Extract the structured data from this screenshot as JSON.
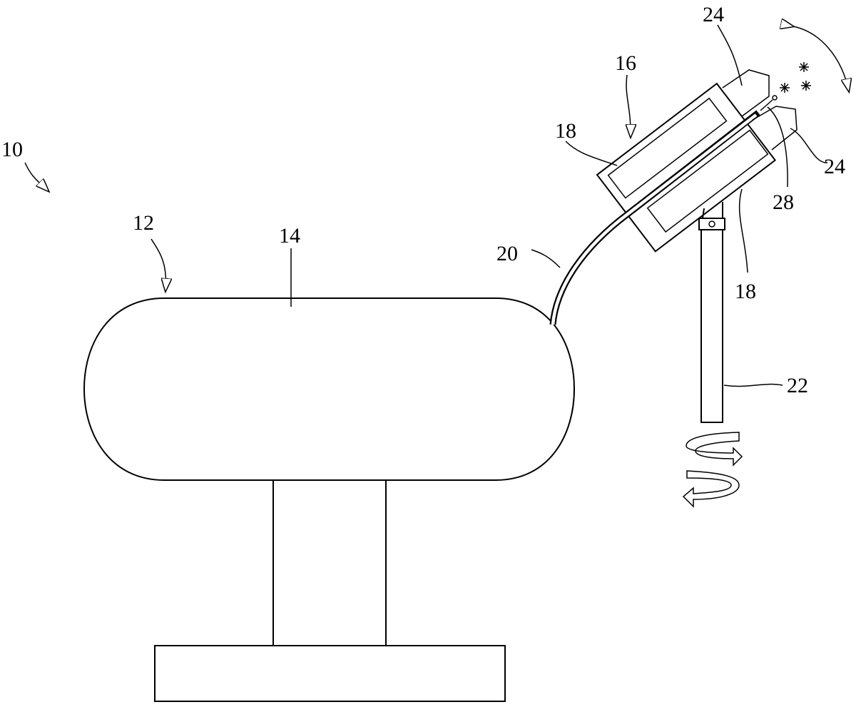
{
  "figure": {
    "labels": {
      "apparatus": "10",
      "housing_pointer": "12",
      "housing": "14",
      "head_pointer": "16",
      "chamber_upper": "18",
      "chamber_lower": "18",
      "tube": "20",
      "support_pole": "22",
      "nozzle_upper": "24",
      "nozzle_lower": "24",
      "tip": "28"
    }
  }
}
